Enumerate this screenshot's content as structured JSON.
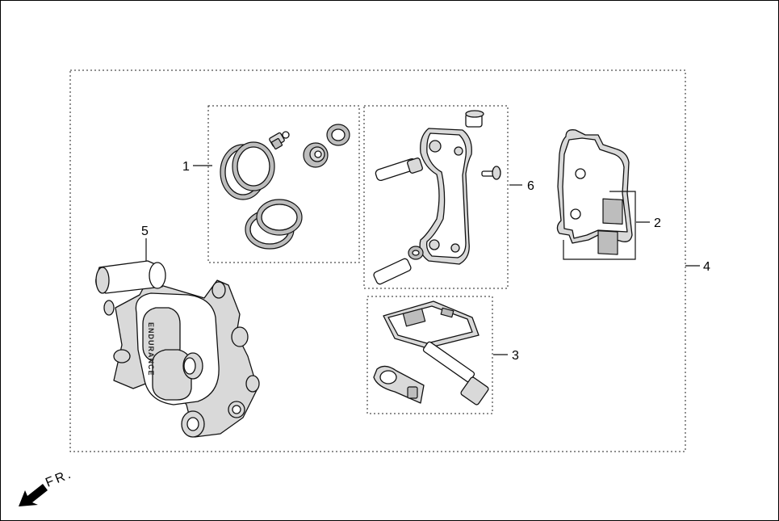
{
  "callouts": {
    "c1": "1",
    "c2": "2",
    "c3": "3",
    "c4": "4",
    "c5": "5",
    "c6": "6"
  },
  "direction": {
    "label": "FR.",
    "icon": "arrow-icon"
  },
  "caliper_brand": "ENDURANCE"
}
